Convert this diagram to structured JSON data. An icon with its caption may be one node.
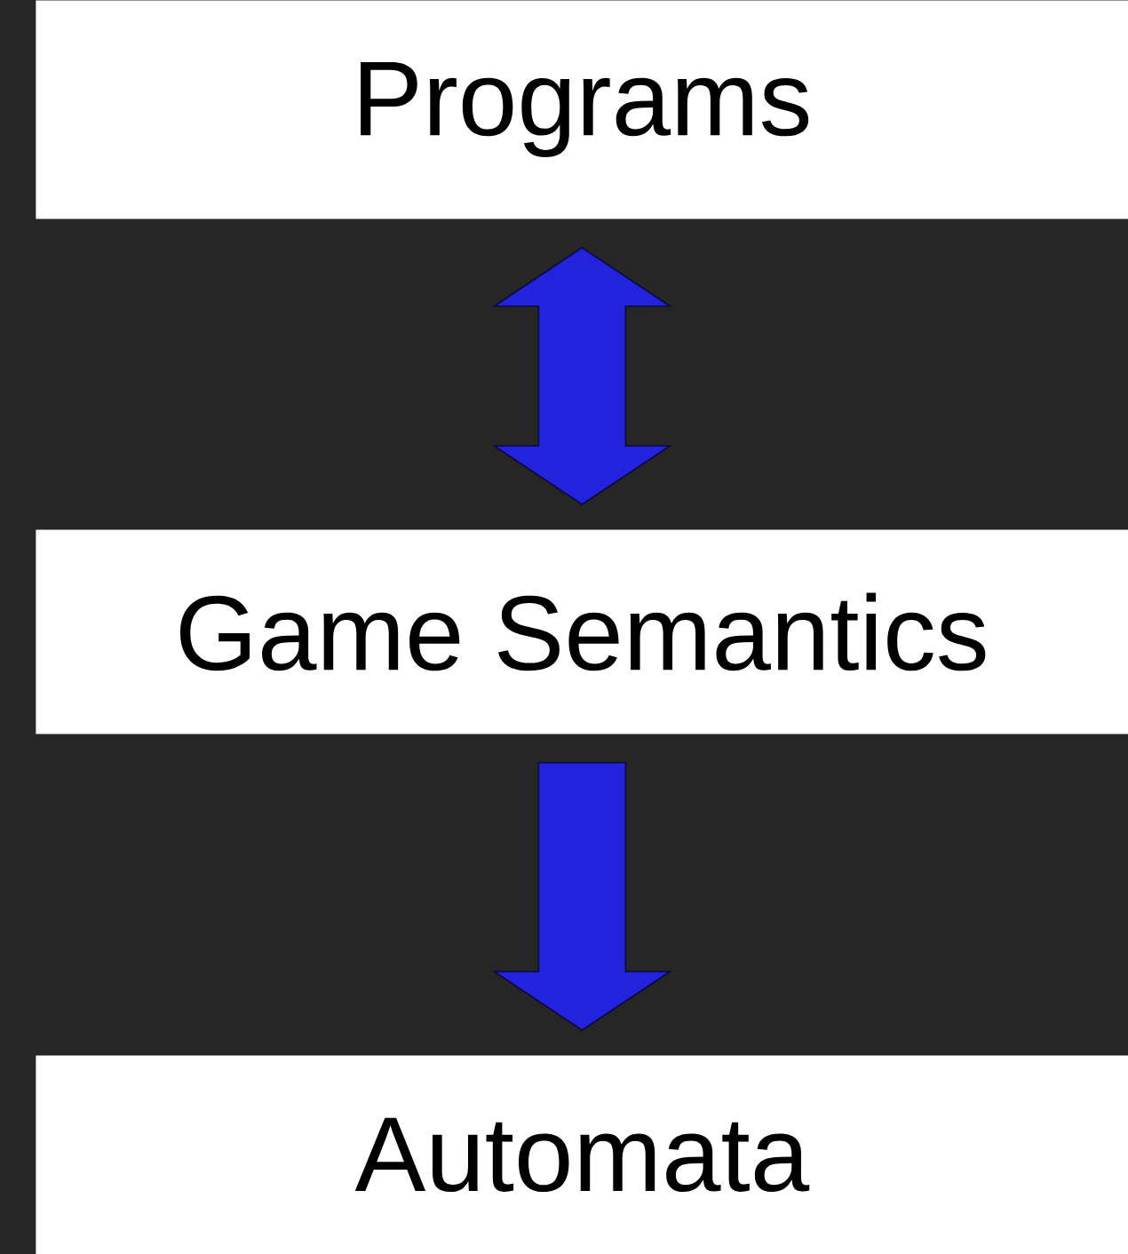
{
  "diagram": {
    "nodes": [
      {
        "text": [
          "Programs"
        ]
      },
      {
        "text": [
          "Game Semantics"
        ]
      },
      {
        "text": [
          "Automata"
        ]
      }
    ],
    "edges": [
      {
        "from": 0,
        "to": 1,
        "arrow": "both"
      },
      {
        "from": 1,
        "to": 2,
        "arrow": "to"
      }
    ]
  }
}
